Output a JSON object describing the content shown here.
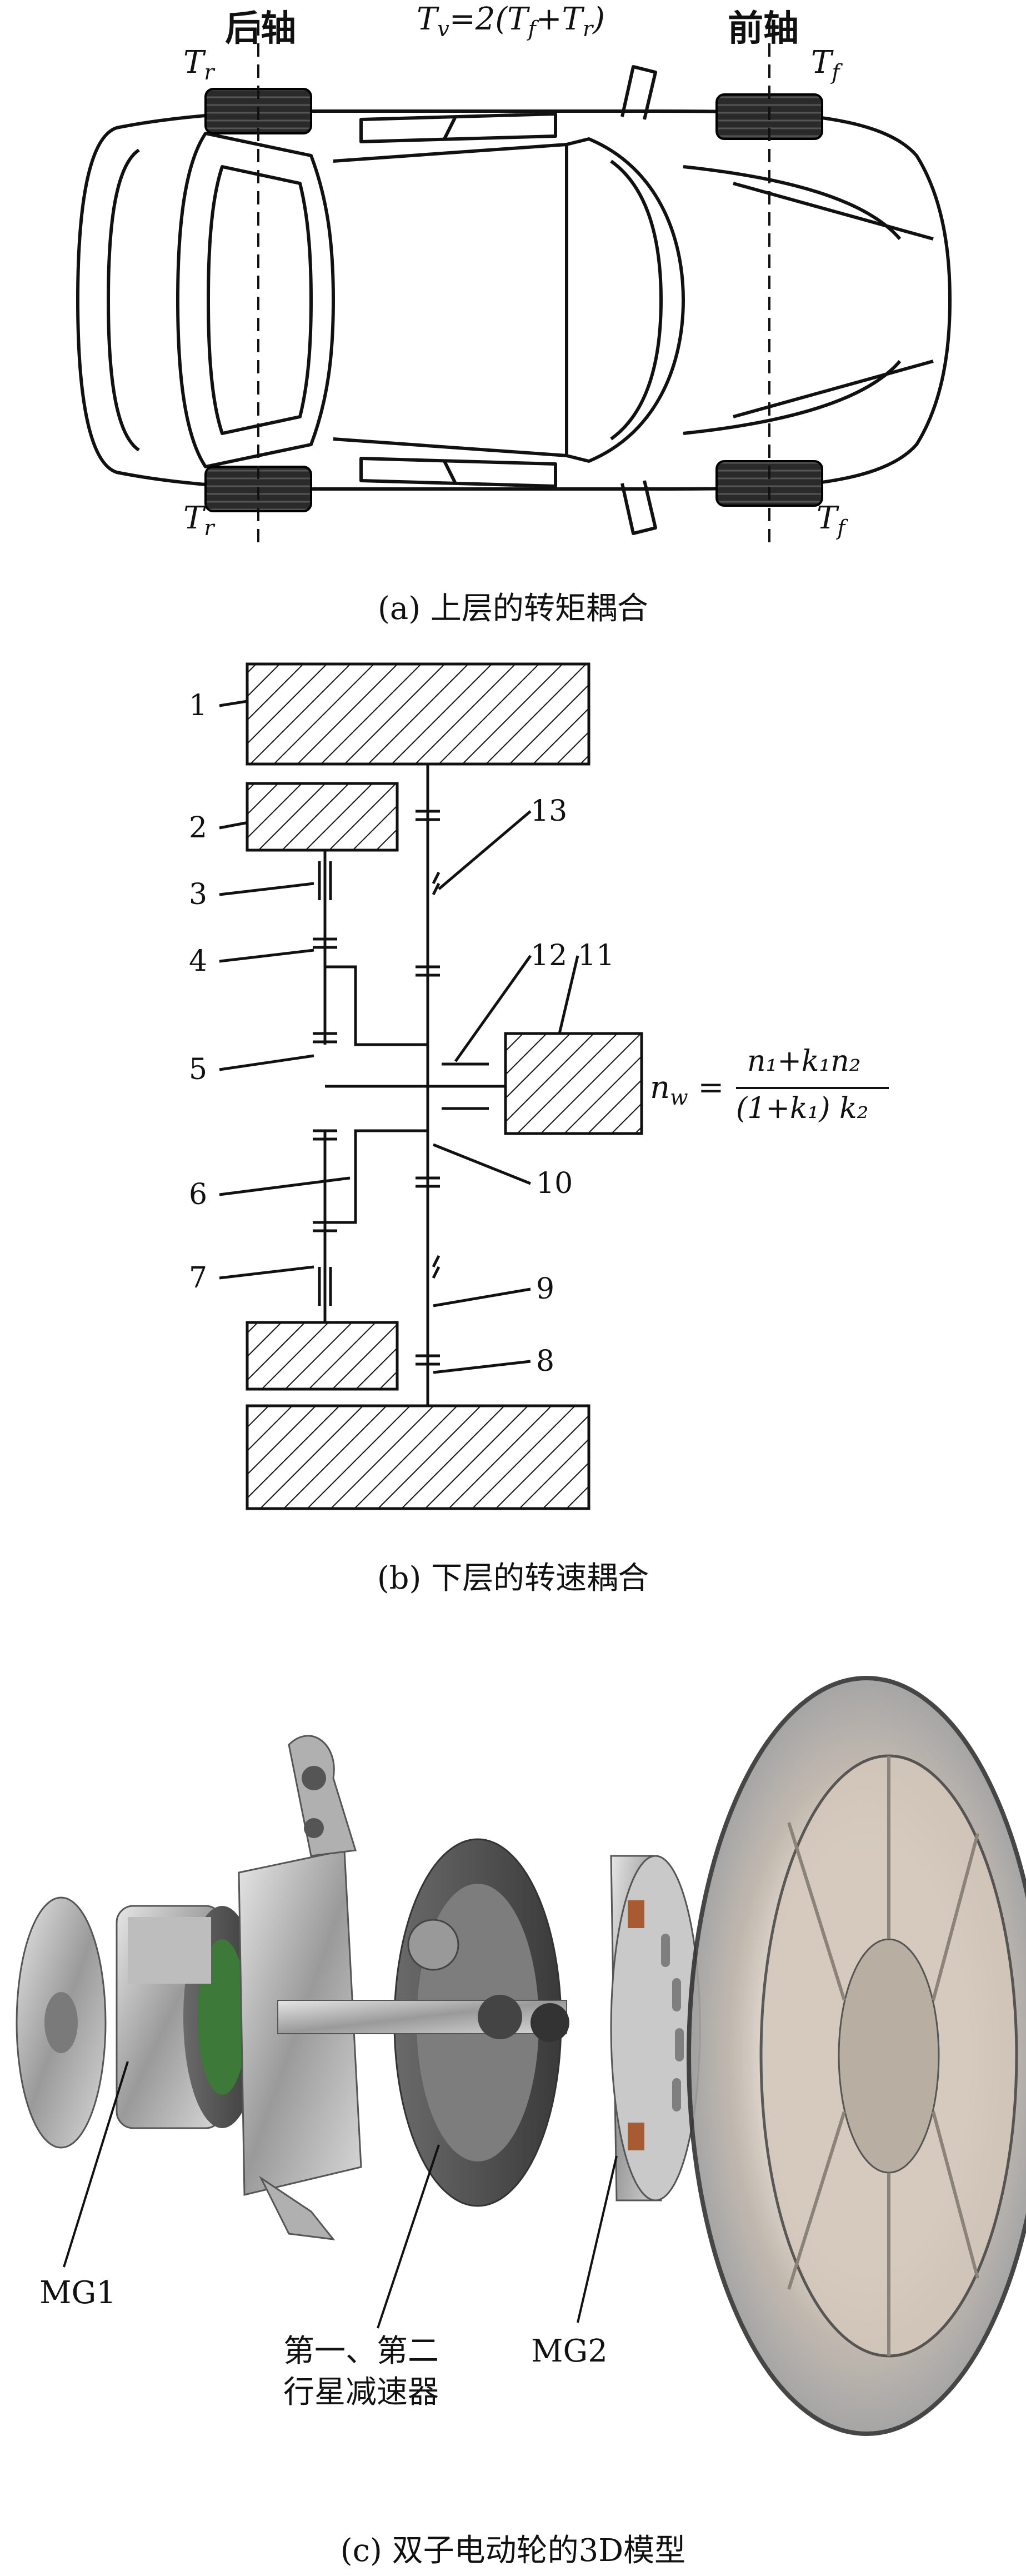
{
  "panel_a": {
    "rear_axle": "后轴",
    "front_axle": "前轴",
    "tv_formula_lhs": "T",
    "tv_formula_sub": "v",
    "tv_formula_rest": "=2(T",
    "tf_sub": "f",
    "plus": "+T",
    "tr_sub": "r",
    "close": ")",
    "wheel_rear_sym": "T",
    "wheel_rear_sub": "r",
    "wheel_front_sym": "T",
    "wheel_front_sub": "f",
    "caption": "(a) 上层的转矩耦合"
  },
  "panel_b": {
    "labels": [
      "1",
      "2",
      "3",
      "4",
      "5",
      "6",
      "7",
      "8",
      "9",
      "10",
      "11",
      "12",
      "13"
    ],
    "formula_lhs": "n",
    "formula_lhs_sub": "w",
    "formula_numerator": "n₁+k₁n₂",
    "formula_denominator": "(1+k₁) k₂",
    "caption": "(b) 下层的转速耦合"
  },
  "panel_c": {
    "mg1": "MG1",
    "mg2": "MG2",
    "reducer_line1": "第一、第二",
    "reducer_line2": "行星减速器",
    "caption": "(c) 双子电动轮的3D模型"
  }
}
